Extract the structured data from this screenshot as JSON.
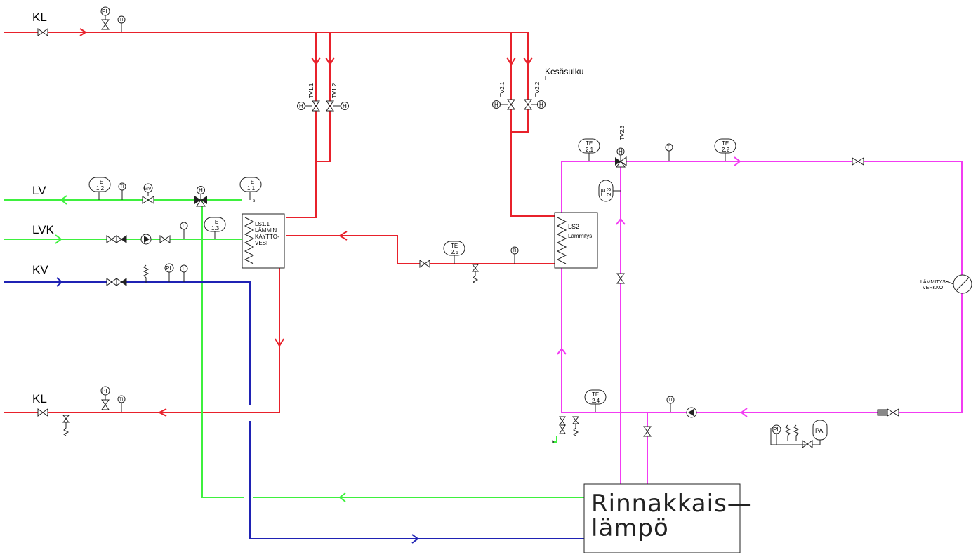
{
  "colors": {
    "supply_red": "#e8212b",
    "hot_water_green": "#3ef03e",
    "cold_water_blue": "#1f22b4",
    "heating_magenta": "#f23cf2",
    "line_black": "#222222"
  },
  "lines": {
    "kl_top": "KL",
    "lv": "LV",
    "lvk": "LVK",
    "kv": "KV",
    "kl_bottom": "KL"
  },
  "control_valves": {
    "tv11": "TV1.1",
    "tv12": "TV1.2",
    "tv21": "TV2.1",
    "tv22": "TV2.2",
    "tv23": "TV2.3"
  },
  "annotations": {
    "summer_closure": "Kesäsulku"
  },
  "sensors": {
    "pi": "PI",
    "ti": "TI",
    "mv": "MV",
    "te11": [
      "TE",
      "1.1"
    ],
    "te12": [
      "TE",
      "1.2"
    ],
    "te13": [
      "TE",
      "1.3"
    ],
    "te21": [
      "TE",
      "2.1"
    ],
    "te22": [
      "TE",
      "2.2"
    ],
    "te23": [
      "TE",
      "2.3"
    ],
    "te24": [
      "TE",
      "2.4"
    ],
    "te25": [
      "TE",
      "2.5"
    ]
  },
  "heat_exchangers": {
    "ls11": [
      "LS1.1",
      "LÄMMIN",
      "KÄYTTÖ-",
      "VESI"
    ],
    "ls2": [
      "LS2",
      "Lämmitys"
    ]
  },
  "network": {
    "label_line1": "LÄMMITYS-",
    "label_line2": "VERKKO"
  },
  "expansion_tank": "PA",
  "connection_marker": "b",
  "parallel_heat": {
    "line1": "Rinnakkais—",
    "line2": "lämpö"
  }
}
